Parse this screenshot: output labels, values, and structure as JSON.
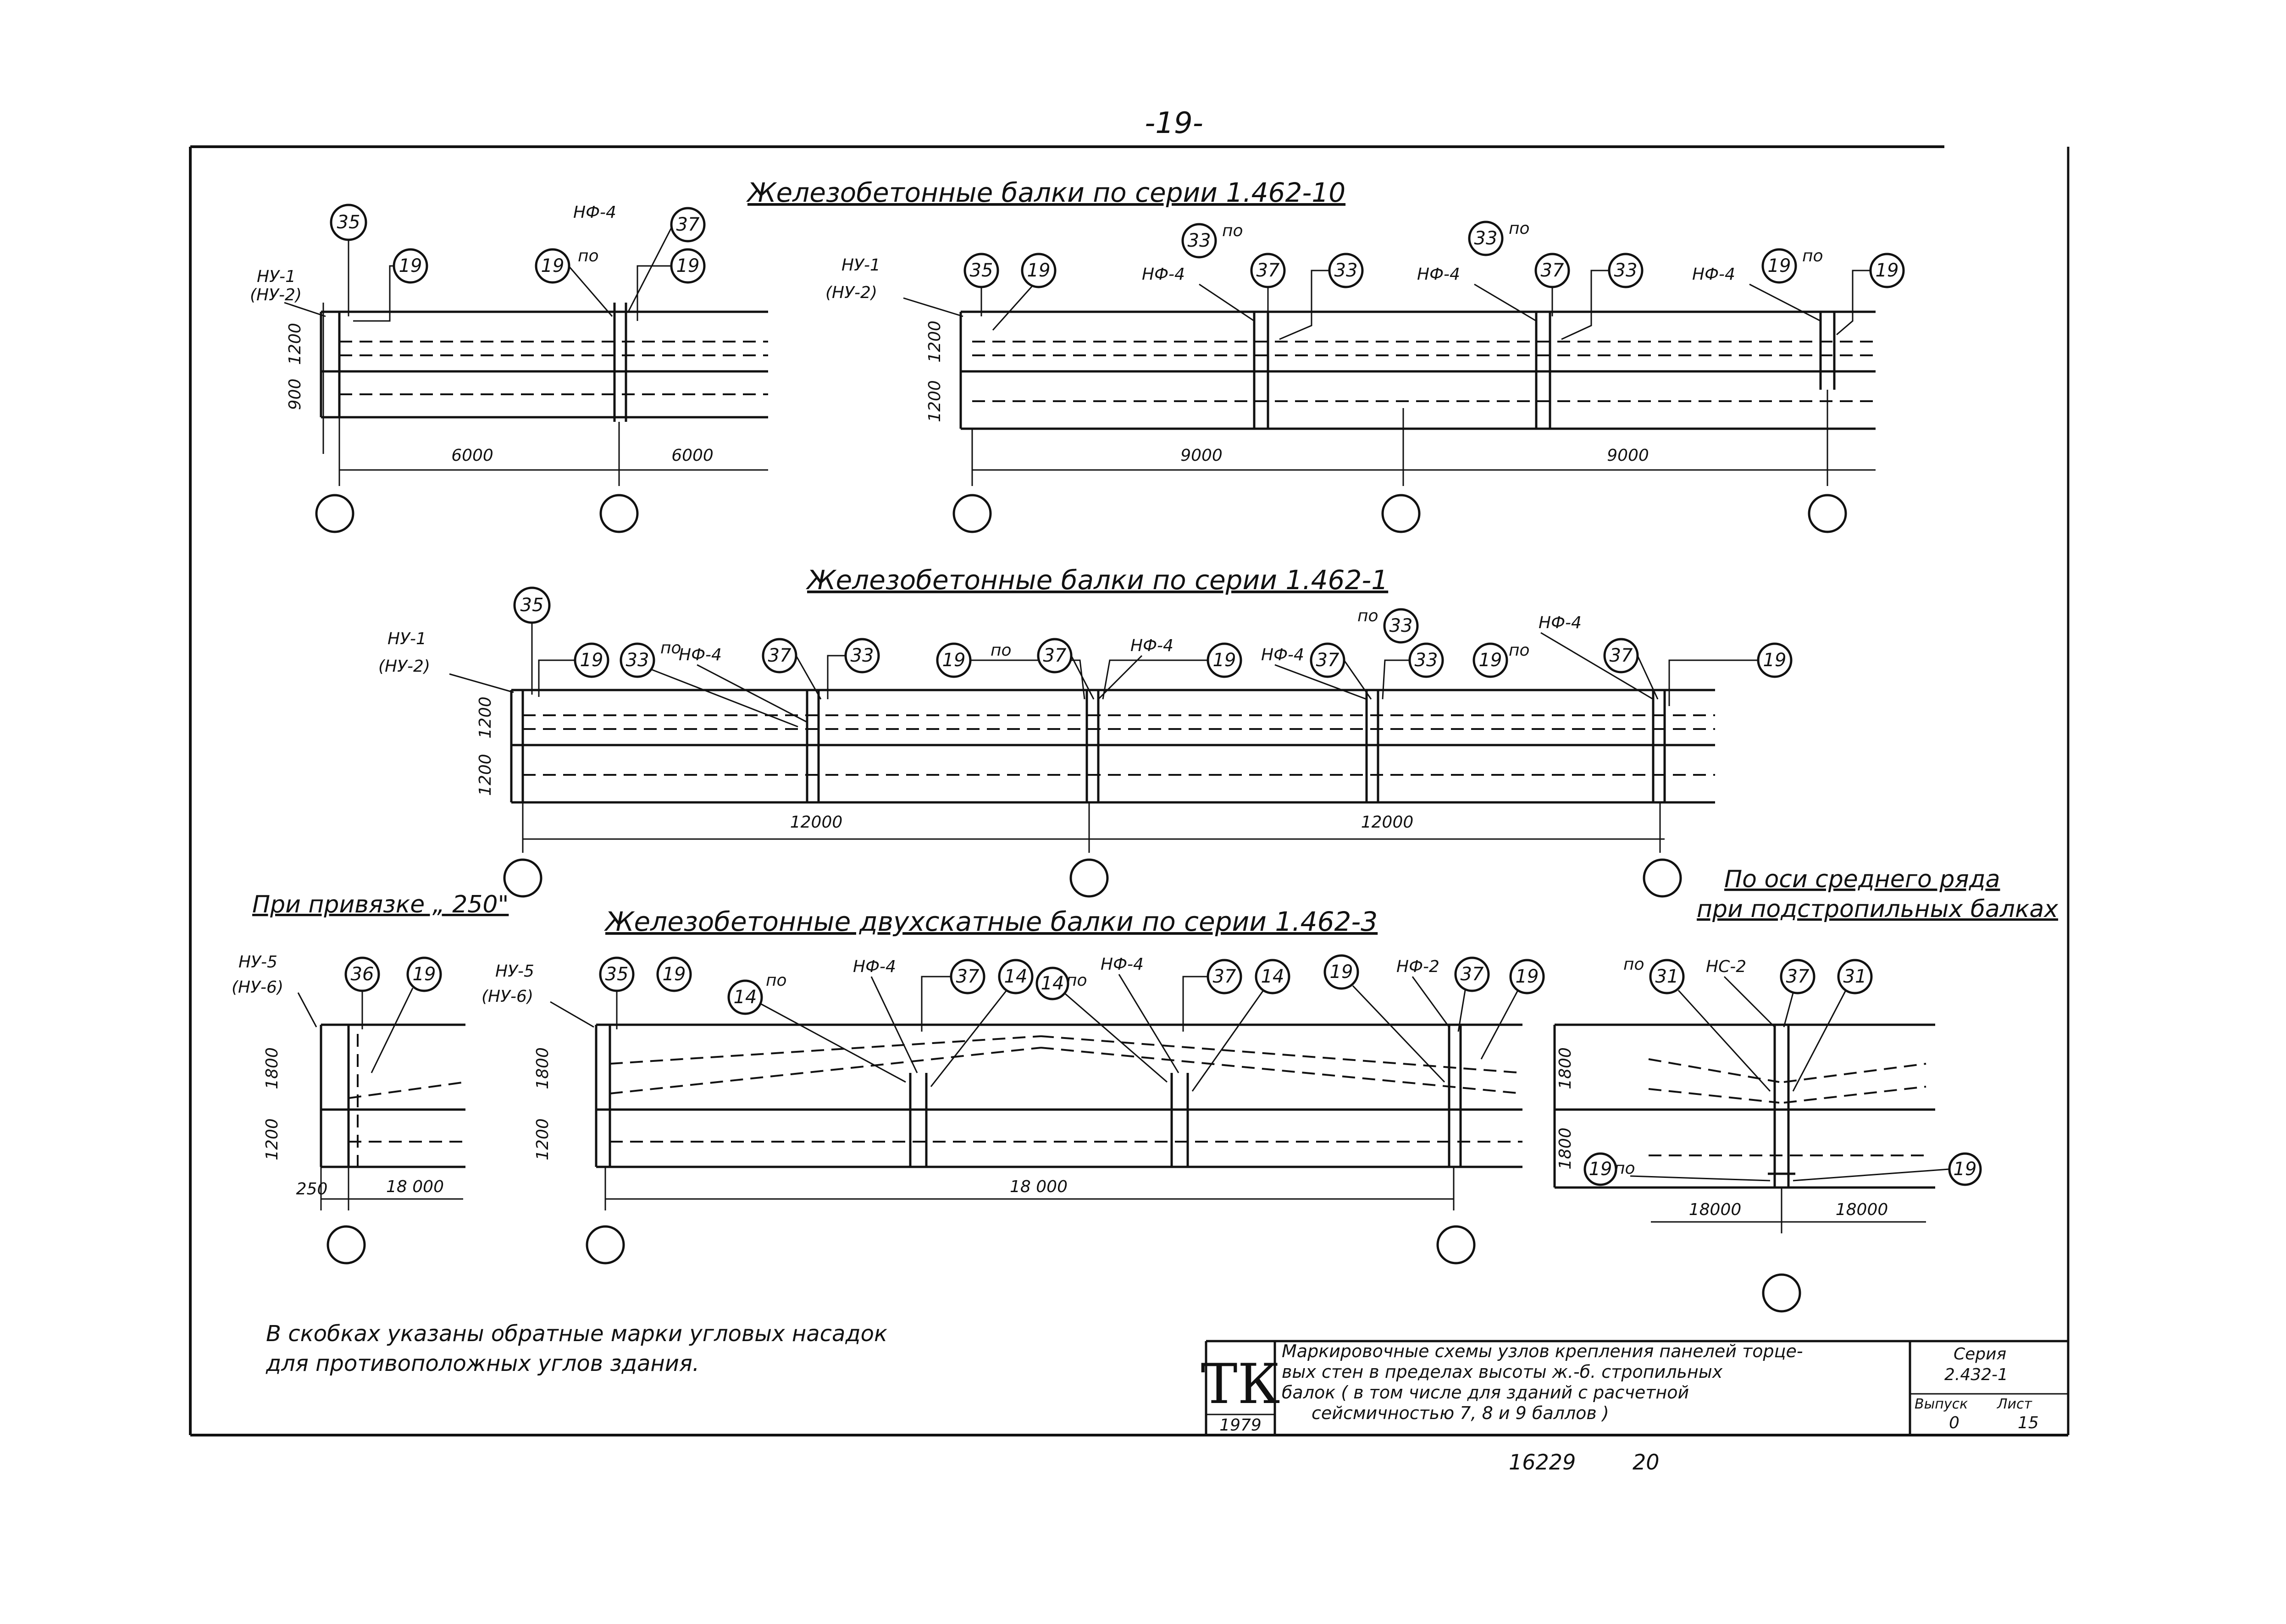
{
  "page_number": "-19-",
  "sections": {
    "s1": {
      "title": "Железобетонные балки по серии 1.462-10",
      "left": {
        "corner_mark": "НУ-1",
        "corner_mark_alt": "(НУ-2)",
        "nf_mark": "НФ-4",
        "po": "по",
        "bubbles": [
          "35",
          "19",
          "19",
          "37",
          "19"
        ],
        "heights": [
          "1200",
          "900"
        ],
        "spans": [
          "6000",
          "6000"
        ]
      },
      "right": {
        "corner_mark": "НУ-1",
        "corner_mark_alt": "(НУ-2)",
        "nf_mark": "НФ-4",
        "po": "по",
        "bubbles": [
          "35",
          "19",
          "33",
          "37",
          "33",
          "33",
          "37",
          "33",
          "19",
          "19"
        ],
        "heights": [
          "1200",
          "1200"
        ],
        "spans": [
          "9000",
          "9000"
        ]
      }
    },
    "s2": {
      "title": "Железобетонные балки по серии 1.462-1",
      "corner_mark": "НУ-1",
      "corner_mark_alt": "(НУ-2)",
      "nf_mark": "НФ-4",
      "po": "по",
      "bubbles": [
        "35",
        "19",
        "33",
        "37",
        "33",
        "19",
        "37",
        "19",
        "37",
        "33",
        "33",
        "19",
        "37",
        "19"
      ],
      "heights": [
        "1200",
        "1200"
      ],
      "spans": [
        "12000",
        "12000"
      ]
    },
    "s3a": {
      "title": "При привязке „ 250\"",
      "corner_mark": "НУ-5",
      "corner_mark_alt": "(НУ-6)",
      "bubbles": [
        "36",
        "19"
      ],
      "heights": [
        "1800",
        "1200"
      ],
      "offset": "250",
      "span": "18 000"
    },
    "s3b": {
      "title": "Железобетонные двухскатные балки по серии 1.462-3",
      "corner_mark": "НУ-5",
      "corner_mark_alt": "(НУ-6)",
      "nf_marks": [
        "НФ-4",
        "НФ-4",
        "НФ-2"
      ],
      "po": "по",
      "bubbles": [
        "35",
        "19",
        "14",
        "37",
        "14",
        "14",
        "37",
        "14",
        "19",
        "37",
        "19"
      ],
      "heights": [
        "1800",
        "1200"
      ],
      "span": "18 000"
    },
    "s3c": {
      "title_line1": "По оси среднего ряда",
      "title_line2": "при подстропильных балках",
      "nc_mark": "НС-2",
      "po": "по",
      "bubbles": [
        "31",
        "37",
        "31",
        "19",
        "19"
      ],
      "heights": [
        "1800",
        "1800"
      ],
      "spans": [
        "18000",
        "18000"
      ]
    }
  },
  "note_line1": "В скобках указаны обратные марки угловых насадок",
  "note_line2": "для противоположных углов здания.",
  "title_block": {
    "logo": "ТК",
    "year": "1979",
    "description_lines": [
      "Маркировочные схемы узлов крепления панелей торце-",
      "вых стен в пределах высоты ж.-б. стропильных",
      "балок ( в том числе для зданий с расчетной",
      "сейсмичностью 7, 8 и 9 баллов )"
    ],
    "series_label": "Серия",
    "series_value": "2.432-1",
    "issue_label": "Выпуск",
    "sheet_label": "Лист",
    "issue_value": "0",
    "sheet_value": "15"
  },
  "bottom_codes": [
    "16229",
    "20"
  ]
}
